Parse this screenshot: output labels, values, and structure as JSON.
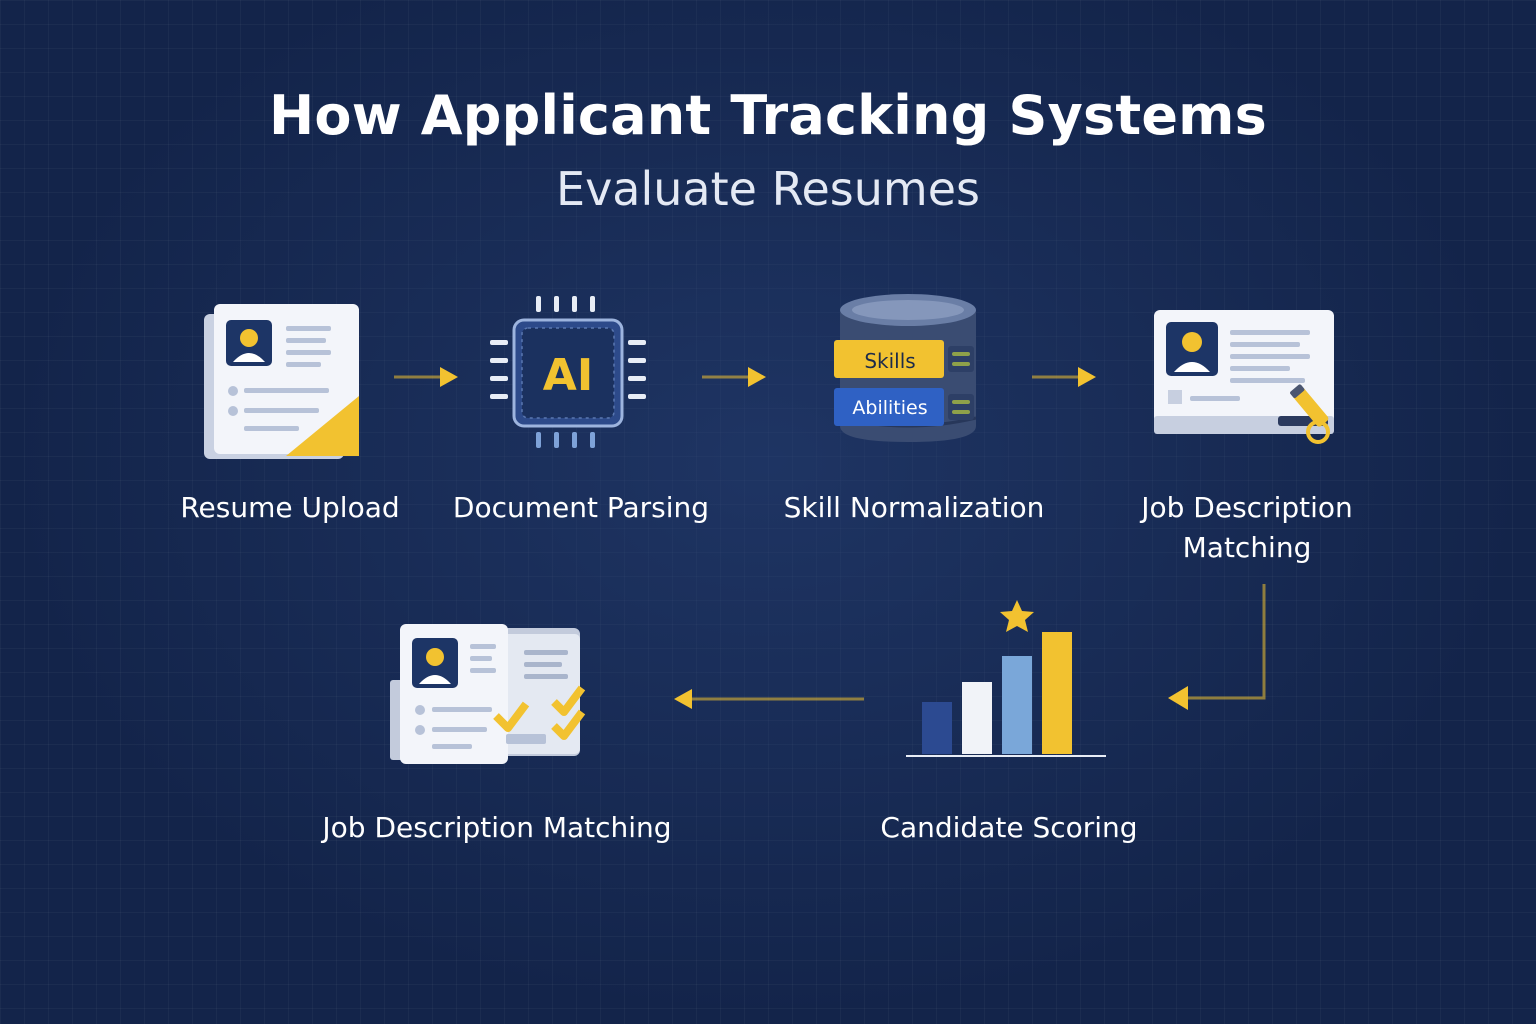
{
  "title": {
    "line1": "How Applicant Tracking Systems",
    "line2": "Evaluate Resumes"
  },
  "colors": {
    "background": "#13244a",
    "accent_yellow": "#f2c230",
    "chip_blue": "#2d4a8a"
  },
  "steps": [
    {
      "label": "Resume Upload",
      "icon": "resume-document-icon"
    },
    {
      "label": "Document Parsing",
      "icon": "ai-chip-icon",
      "chip_text": "AI"
    },
    {
      "label": "Skill Normalization",
      "icon": "skills-database-icon",
      "band1": "Skills",
      "band2": "Abilities"
    },
    {
      "label_line1": "Job Description",
      "label_line2": "Matching",
      "icon": "job-profile-card-icon"
    },
    {
      "label": "Candidate Scoring",
      "icon": "bar-chart-star-icon"
    },
    {
      "label": "Job Description Matching",
      "icon": "matched-documents-icon"
    }
  ]
}
